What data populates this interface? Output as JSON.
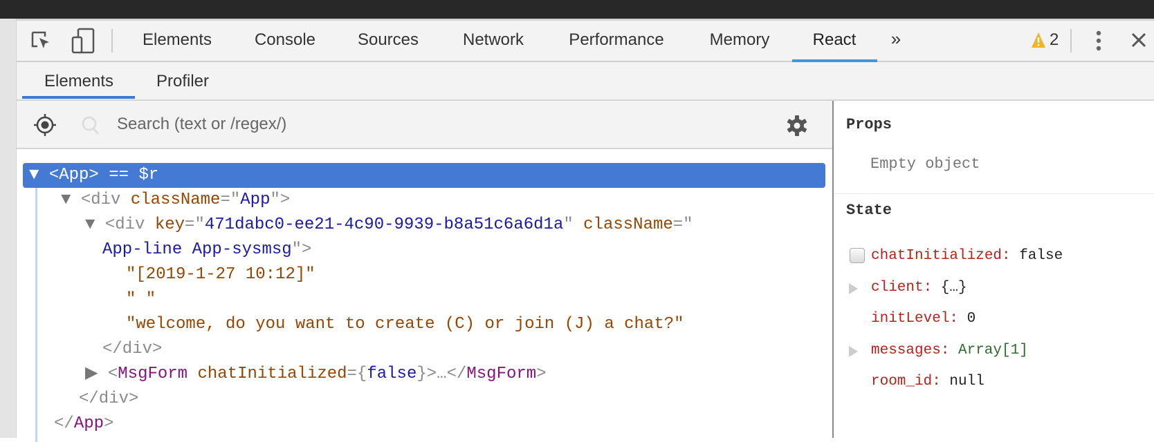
{
  "toolbar": {
    "tabs": [
      "Elements",
      "Console",
      "Sources",
      "Network",
      "Performance",
      "Memory",
      "React"
    ],
    "active_tab": "React",
    "more_label": "»",
    "warning_count": "2",
    "accent": "#3d98e0",
    "warning_color": "#f0b428"
  },
  "subtabs": {
    "items": [
      "Elements",
      "Profiler"
    ],
    "active": "Elements",
    "accent": "#3c78d8"
  },
  "search": {
    "placeholder": "Search (text or /regex/)"
  },
  "tree": {
    "lines": [
      [
        {
          "t": "▼ ",
          "c": "tri"
        },
        {
          "t": "<App>",
          "c": "comp"
        },
        {
          "t": " == $r",
          "c": "punct"
        }
      ],
      [
        {
          "t": "▼ ",
          "c": "tri"
        },
        {
          "t": "<div ",
          "c": "tag"
        },
        {
          "t": "className",
          "c": "attr"
        },
        {
          "t": "=\"",
          "c": "tag"
        },
        {
          "t": "App",
          "c": "val"
        },
        {
          "t": "\">",
          "c": "tag"
        }
      ],
      [
        {
          "t": "▼ ",
          "c": "tri"
        },
        {
          "t": "<div ",
          "c": "tag"
        },
        {
          "t": "key",
          "c": "attr"
        },
        {
          "t": "=\"",
          "c": "tag"
        },
        {
          "t": "471dabc0-ee21-4c90-9939-b8a51c6a6d1a",
          "c": "val"
        },
        {
          "t": "\" ",
          "c": "tag"
        },
        {
          "t": "className",
          "c": "attr"
        },
        {
          "t": "=\"",
          "c": "tag"
        }
      ],
      [
        {
          "t": "App-line App-sysmsg",
          "c": "val"
        },
        {
          "t": "\">",
          "c": "tag"
        }
      ],
      [
        {
          "t": "\"[2019-1-27 10:12]\"",
          "c": "str"
        }
      ],
      [
        {
          "t": "\" \"",
          "c": "str"
        }
      ],
      [
        {
          "t": "\"welcome, do you want to create (C) or join (J) a chat?\"",
          "c": "str"
        }
      ],
      [
        {
          "t": "</div>",
          "c": "tag"
        }
      ],
      [
        {
          "t": "▶ ",
          "c": "tri"
        },
        {
          "t": "<",
          "c": "tag"
        },
        {
          "t": "MsgForm ",
          "c": "comp"
        },
        {
          "t": "chatInitialized",
          "c": "attr"
        },
        {
          "t": "={",
          "c": "tag"
        },
        {
          "t": "false",
          "c": "val"
        },
        {
          "t": "}>…</",
          "c": "tag"
        },
        {
          "t": "MsgForm",
          "c": "comp"
        },
        {
          "t": ">",
          "c": "tag"
        }
      ],
      [
        {
          "t": "</div>",
          "c": "tag"
        }
      ],
      [
        {
          "t": "</",
          "c": "tag"
        },
        {
          "t": "App",
          "c": "comp"
        },
        {
          "t": ">",
          "c": "tag"
        }
      ]
    ],
    "selected_color": "#4479d4"
  },
  "sidebar": {
    "props_title": "Props",
    "props_empty": "Empty object",
    "state_title": "State",
    "state": [
      {
        "key": "chatInitialized:",
        "value": "false",
        "control": "checkbox"
      },
      {
        "key": "client:",
        "value": "{…}",
        "control": "expand"
      },
      {
        "key": "initLevel:",
        "value": "0",
        "control": "none"
      },
      {
        "key": "messages:",
        "value": "Array[1]",
        "control": "expand"
      },
      {
        "key": "room_id:",
        "value": "null",
        "control": "none"
      }
    ]
  }
}
